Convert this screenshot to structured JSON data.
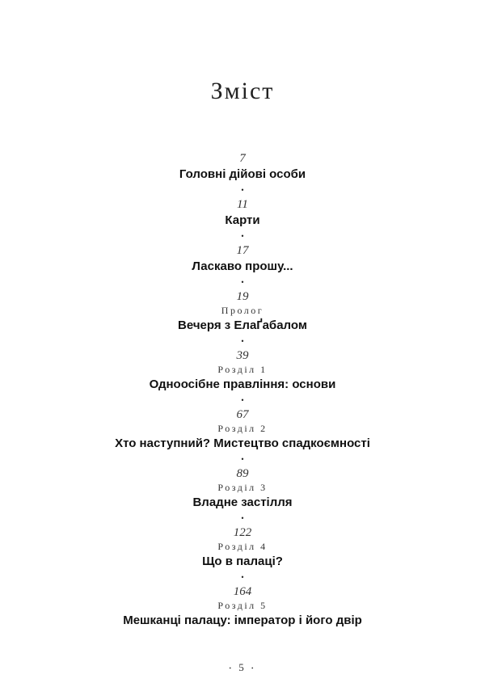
{
  "title": "Зміст",
  "separator": "•",
  "entries": [
    {
      "page": "7",
      "label": "",
      "title": "Головні дійові особи"
    },
    {
      "page": "11",
      "label": "",
      "title": "Карти"
    },
    {
      "page": "17",
      "label": "",
      "title": "Ласкаво прошу..."
    },
    {
      "page": "19",
      "label": "Пролог",
      "title": "Вечеря з ЕлаҐабалом"
    },
    {
      "page": "39",
      "label": "Розділ 1",
      "title": "Одноосібне правління: основи"
    },
    {
      "page": "67",
      "label": "Розділ 2",
      "title": "Хто наступний? Мистецтво спадкоємності"
    },
    {
      "page": "89",
      "label": "Розділ 3",
      "title": "Владне застілля"
    },
    {
      "page": "122",
      "label": "Розділ 4",
      "title": "Що в палаці?"
    },
    {
      "page": "164",
      "label": "Розділ 5",
      "title": "Мешканці палацу: імператор і його двір"
    }
  ],
  "footer": {
    "page_number": "5",
    "dot": "•"
  }
}
